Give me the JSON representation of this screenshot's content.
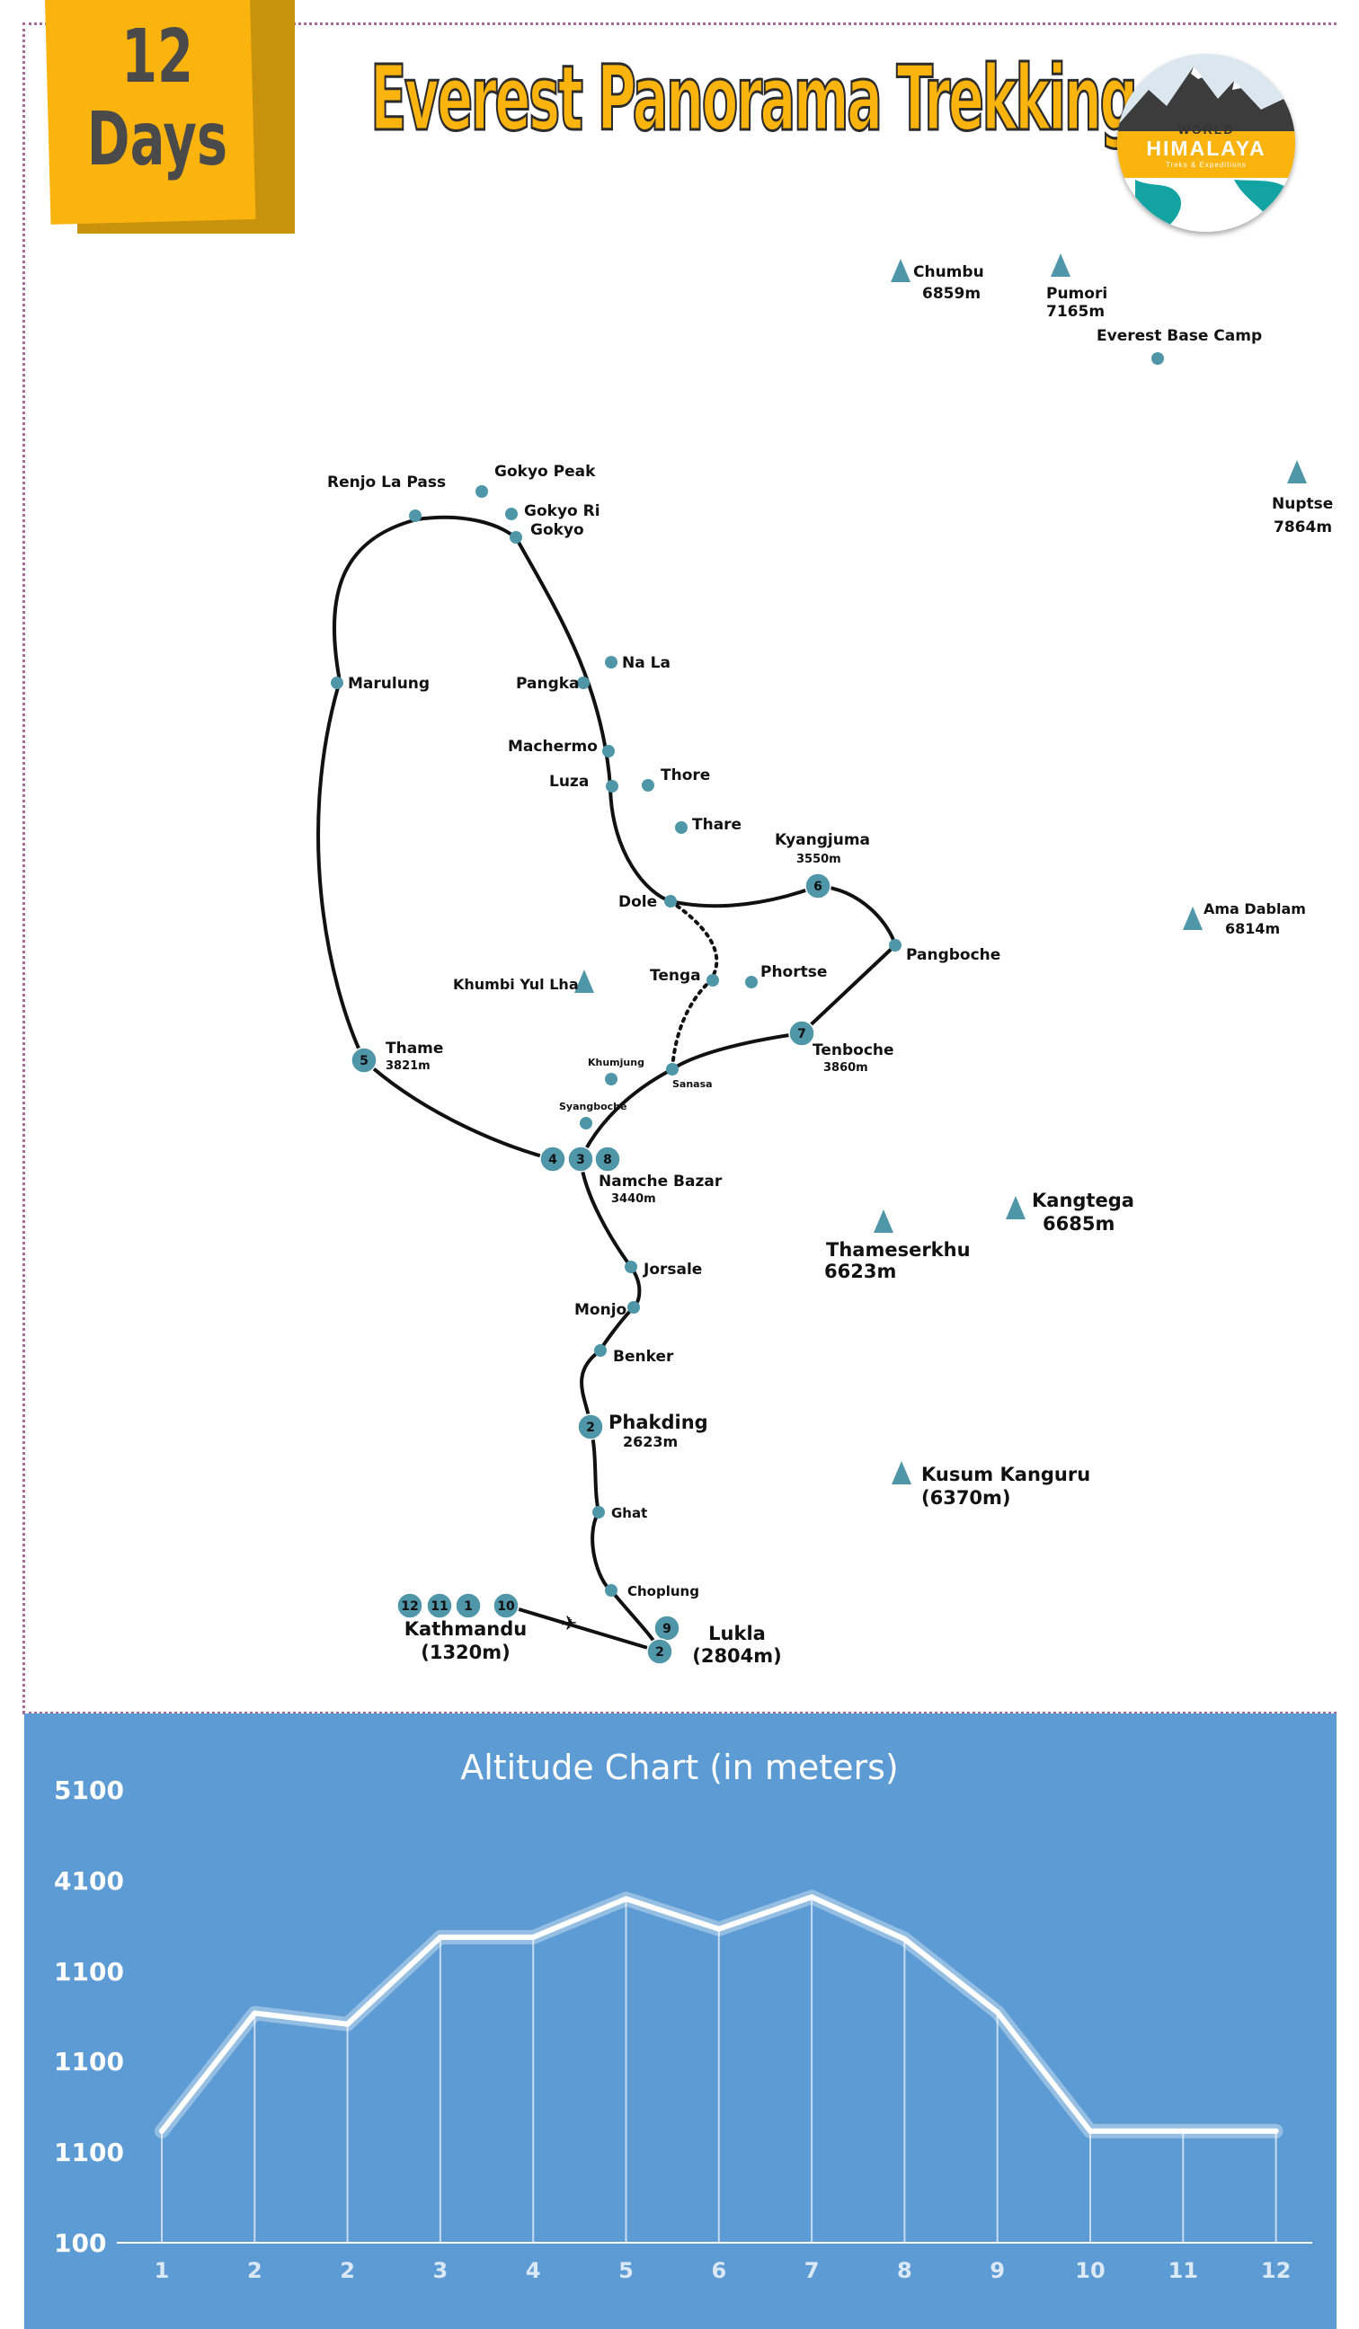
{
  "header": {
    "days_number": "12",
    "days_word": "Days",
    "title": "Everest Panorama Trekking"
  },
  "logo": {
    "line1": "WORLD",
    "line2": "HIMALAYA",
    "line3": "Treks & Expeditions"
  },
  "colors": {
    "accent_yellow": "#fbb30e",
    "marker_teal": "#4f96a8",
    "chart_bg": "#5d9bd5",
    "frame_dotted": "#a76a9a"
  },
  "map": {
    "route_markers": [
      {
        "id": "m12",
        "label": "12"
      },
      {
        "id": "m11",
        "label": "11"
      },
      {
        "id": "m1",
        "label": "1"
      },
      {
        "id": "m10",
        "label": "10"
      },
      {
        "id": "m9",
        "label": "9"
      },
      {
        "id": "m2a",
        "label": "2"
      },
      {
        "id": "m2b",
        "label": "2"
      },
      {
        "id": "m4",
        "label": "4"
      },
      {
        "id": "m3",
        "label": "3"
      },
      {
        "id": "m8",
        "label": "8"
      },
      {
        "id": "m5",
        "label": "5"
      },
      {
        "id": "m6",
        "label": "6"
      },
      {
        "id": "m7",
        "label": "7"
      }
    ],
    "places": [
      {
        "id": "chumbu",
        "name": "Chumbu",
        "elev": "6859m",
        "type": "peak"
      },
      {
        "id": "pumori",
        "name": "Pumori",
        "elev": "7165m",
        "type": "peak"
      },
      {
        "id": "ebc",
        "name": "Everest Base Camp",
        "elev": "",
        "type": "point"
      },
      {
        "id": "nuptse",
        "name": "Nuptse",
        "elev": "7864m",
        "type": "peak"
      },
      {
        "id": "renjo",
        "name": "Renjo La Pass",
        "elev": "",
        "type": "point"
      },
      {
        "id": "gokyopeak",
        "name": "Gokyo Peak",
        "elev": "",
        "type": "point"
      },
      {
        "id": "gokyori",
        "name": "Gokyo Ri",
        "elev": "",
        "type": "point"
      },
      {
        "id": "gokyo",
        "name": "Gokyo",
        "elev": "",
        "type": "point"
      },
      {
        "id": "marulung",
        "name": "Marulung",
        "elev": "",
        "type": "point"
      },
      {
        "id": "nala",
        "name": "Na La",
        "elev": "",
        "type": "point"
      },
      {
        "id": "pangka",
        "name": "Pangka",
        "elev": "",
        "type": "point"
      },
      {
        "id": "machermo",
        "name": "Machermo",
        "elev": "",
        "type": "point"
      },
      {
        "id": "luza",
        "name": "Luza",
        "elev": "",
        "type": "point"
      },
      {
        "id": "thore",
        "name": "Thore",
        "elev": "",
        "type": "point"
      },
      {
        "id": "thare",
        "name": "Thare",
        "elev": "",
        "type": "point"
      },
      {
        "id": "kyangjuma",
        "name": "Kyangjuma",
        "elev": "3550m",
        "type": "point"
      },
      {
        "id": "dole",
        "name": "Dole",
        "elev": "",
        "type": "point"
      },
      {
        "id": "pangboche",
        "name": "Pangboche",
        "elev": "",
        "type": "point"
      },
      {
        "id": "amadablam",
        "name": "Ama Dablam",
        "elev": "6814m",
        "type": "peak"
      },
      {
        "id": "khumbiyullha",
        "name": "Khumbi Yul Lha",
        "elev": "",
        "type": "peak"
      },
      {
        "id": "tenga",
        "name": "Tenga",
        "elev": "",
        "type": "point"
      },
      {
        "id": "phortse",
        "name": "Phortse",
        "elev": "",
        "type": "point"
      },
      {
        "id": "thame",
        "name": "Thame",
        "elev": "3821m",
        "type": "point"
      },
      {
        "id": "tenboche",
        "name": "Tenboche",
        "elev": "3860m",
        "type": "point"
      },
      {
        "id": "khumjung",
        "name": "Khumjung",
        "elev": "",
        "type": "point"
      },
      {
        "id": "sanasa",
        "name": "Sanasa",
        "elev": "",
        "type": "point"
      },
      {
        "id": "syangboche",
        "name": "Syangboche",
        "elev": "",
        "type": "point"
      },
      {
        "id": "namche",
        "name": "Namche Bazar",
        "elev": "3440m",
        "type": "point"
      },
      {
        "id": "kangtega",
        "name": "Kangtega",
        "elev": "6685m",
        "type": "peak"
      },
      {
        "id": "thamserku",
        "name": "Thameserkhu",
        "elev": "6623m",
        "type": "peak"
      },
      {
        "id": "jorsale",
        "name": "Jorsale",
        "elev": "",
        "type": "point"
      },
      {
        "id": "monjo",
        "name": "Monjo",
        "elev": "",
        "type": "point"
      },
      {
        "id": "benker",
        "name": "Benker",
        "elev": "",
        "type": "point"
      },
      {
        "id": "phakding",
        "name": "Phakding",
        "elev": "2623m",
        "type": "point"
      },
      {
        "id": "kusum",
        "name": "Kusum Kanguru",
        "elev": "(6370m)",
        "type": "peak"
      },
      {
        "id": "ghat",
        "name": "Ghat",
        "elev": "",
        "type": "point"
      },
      {
        "id": "choplung",
        "name": "Choplung",
        "elev": "",
        "type": "point"
      },
      {
        "id": "kathmandu",
        "name": "Kathmandu",
        "elev": "(1320m)",
        "type": "point"
      },
      {
        "id": "lukla",
        "name": "Lukla",
        "elev": "(2804m)",
        "type": "point"
      }
    ]
  },
  "chart_data": {
    "type": "line",
    "title": "Altitude Chart (in meters)",
    "ytick_labels": [
      "100",
      "1100",
      "1100",
      "1100",
      "4100",
      "5100"
    ],
    "ylim": [
      100,
      5100
    ],
    "x": [
      "1",
      "2",
      "2",
      "3",
      "4",
      "5",
      "6",
      "7",
      "8",
      "9",
      "10",
      "11",
      "12"
    ],
    "values": [
      1320,
      2610,
      2490,
      3440,
      3440,
      3860,
      3530,
      3880,
      3420,
      2620,
      1320,
      1320,
      1320
    ],
    "grid": false,
    "legend": "none"
  }
}
